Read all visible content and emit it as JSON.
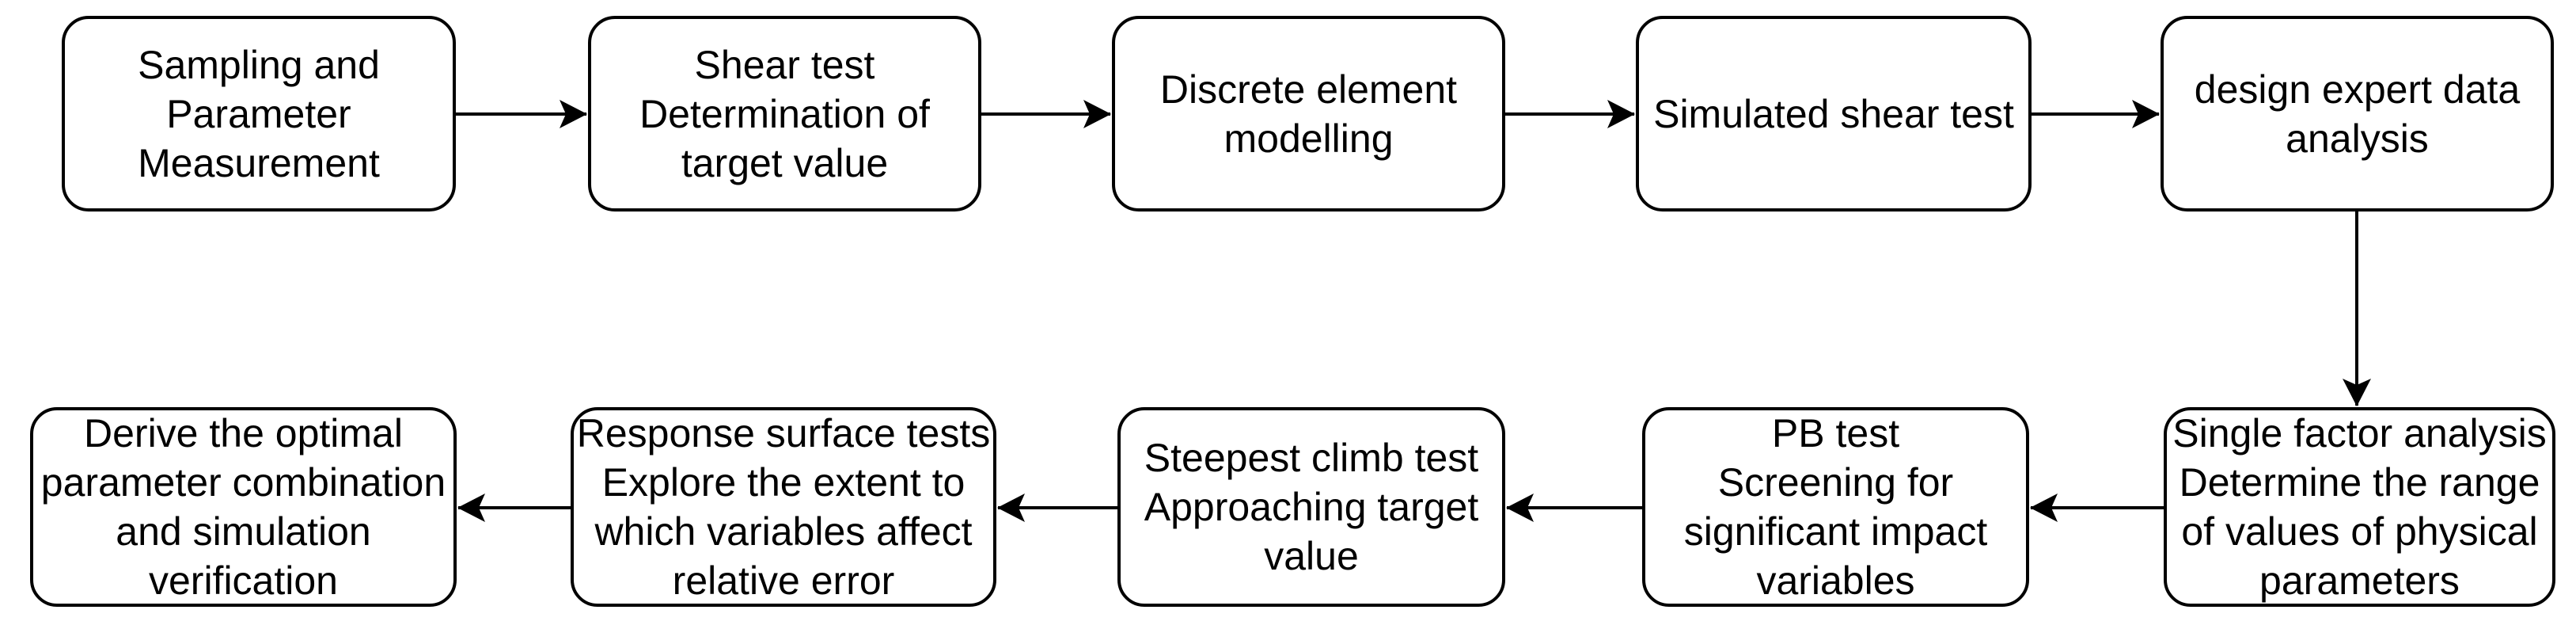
{
  "diagram": {
    "type": "flowchart",
    "background_color": "#ffffff",
    "box_fill_color": "#ffffff",
    "box_border_color": "#000000",
    "text_color": "#000000",
    "boxes": [
      {
        "id": "sampling",
        "row": "top",
        "order": 1,
        "text": "Sampling and\nParameter\nMeasurement"
      },
      {
        "id": "shear-test",
        "row": "top",
        "order": 2,
        "text": "Shear test\nDetermination of\ntarget value"
      },
      {
        "id": "dem",
        "row": "top",
        "order": 3,
        "text": "Discrete element\nmodelling"
      },
      {
        "id": "simulated-shear",
        "row": "top",
        "order": 4,
        "text": "Simulated shear test"
      },
      {
        "id": "design-expert",
        "row": "top",
        "order": 5,
        "text": "design expert data\nanalysis"
      },
      {
        "id": "single-factor",
        "row": "bottom",
        "order": 6,
        "text": "Single factor analysis\nDetermine the range\nof values of physical\nparameters"
      },
      {
        "id": "pb-test",
        "row": "bottom",
        "order": 7,
        "text": "PB test\nScreening for\nsignificant impact\nvariables"
      },
      {
        "id": "steepest-climb",
        "row": "bottom",
        "order": 8,
        "text": "Steepest climb test\nApproaching target\nvalue"
      },
      {
        "id": "response-surface",
        "row": "bottom",
        "order": 9,
        "text": "Response surface tests\nExplore the extent to\nwhich variables affect\nrelative error"
      },
      {
        "id": "optimal",
        "row": "bottom",
        "order": 10,
        "text": "Derive the optimal\nparameter combination\nand simulation\nverification"
      }
    ],
    "connections": [
      {
        "from": "sampling",
        "to": "shear-test",
        "direction": "right"
      },
      {
        "from": "shear-test",
        "to": "dem",
        "direction": "right"
      },
      {
        "from": "dem",
        "to": "simulated-shear",
        "direction": "right"
      },
      {
        "from": "simulated-shear",
        "to": "design-expert",
        "direction": "right"
      },
      {
        "from": "design-expert",
        "to": "single-factor",
        "direction": "down"
      },
      {
        "from": "single-factor",
        "to": "pb-test",
        "direction": "left"
      },
      {
        "from": "pb-test",
        "to": "steepest-climb",
        "direction": "left"
      },
      {
        "from": "steepest-climb",
        "to": "response-surface",
        "direction": "left"
      },
      {
        "from": "response-surface",
        "to": "optimal",
        "direction": "left"
      }
    ]
  }
}
